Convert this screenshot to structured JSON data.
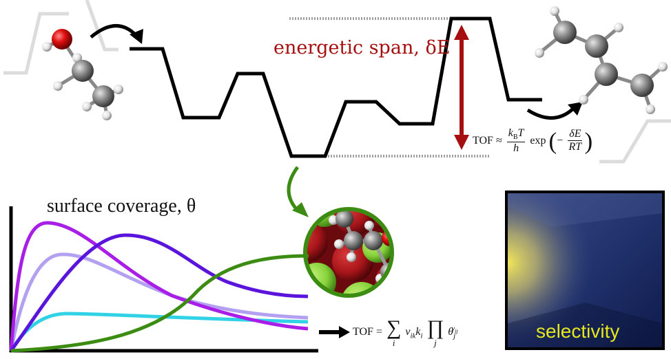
{
  "labels": {
    "energetic_span": "energetic span, δE",
    "surface_coverage": "surface coverage, θ",
    "selectivity": "selectivity"
  },
  "equations": {
    "tof_span": {
      "lhs": "TOF",
      "approx": "≈",
      "kB": "k",
      "B": "B",
      "T": "T",
      "h": "h",
      "exp": "exp",
      "minus": "−",
      "dE": "δE",
      "RT": "RT"
    },
    "tof_coverage": {
      "lhs": "TOF",
      "eq": "=",
      "sum": "∑",
      "i": "i",
      "nu": "ν",
      "ik": "ik",
      "k": "k",
      "ki": "i",
      "prod": "∏",
      "j": "j",
      "theta": "θ",
      "tj": "j",
      "exponent": "ν",
      "exponent_sub": "ij"
    }
  },
  "colors": {
    "span_red": "#a50f0f",
    "selectivity_text": "#e6e61e",
    "curve_magenta": "#a81ee6",
    "curve_lavender": "#b4a0f0",
    "curve_indigo": "#5a14dc",
    "curve_cyan": "#32d2e6",
    "curve_green": "#3c8c14",
    "ref_lines": "#a0a0a0",
    "bg_lines": "#dcdcdc"
  }
}
